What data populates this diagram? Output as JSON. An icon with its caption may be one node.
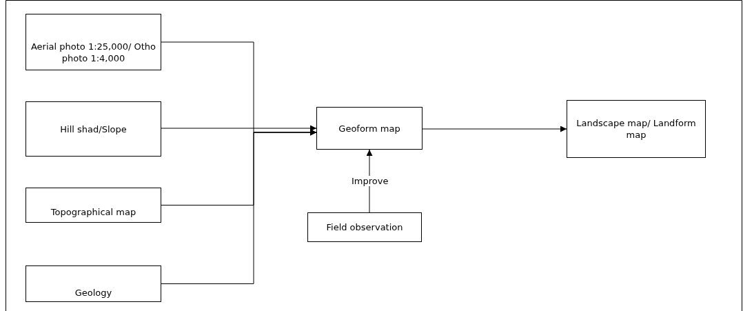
{
  "diagram": {
    "nodes": [
      {
        "text": [
          "Aerial photo 1:25,000/ Otho photo 1:4,000"
        ]
      },
      {
        "text": [
          "Hill shad/Slope"
        ]
      },
      {
        "text": [
          "Topographical map"
        ]
      },
      {
        "text": [
          "Geology"
        ]
      },
      {
        "text": [
          "Geoform map"
        ]
      },
      {
        "text": [
          "Landscape map/ Landform map"
        ]
      },
      {
        "text": [
          "Field observation"
        ]
      }
    ],
    "edges": [
      {
        "from": 0,
        "to": 4,
        "arrow": "to"
      },
      {
        "from": 1,
        "to": 4,
        "arrow": "to"
      },
      {
        "from": 2,
        "to": 4,
        "arrow": "to"
      },
      {
        "from": 3,
        "to": 4,
        "arrow": "to"
      },
      {
        "from": 4,
        "to": 5,
        "arrow": "to"
      },
      {
        "from": 6,
        "to": 4,
        "arrow": "to",
        "label": "Improve"
      }
    ]
  }
}
